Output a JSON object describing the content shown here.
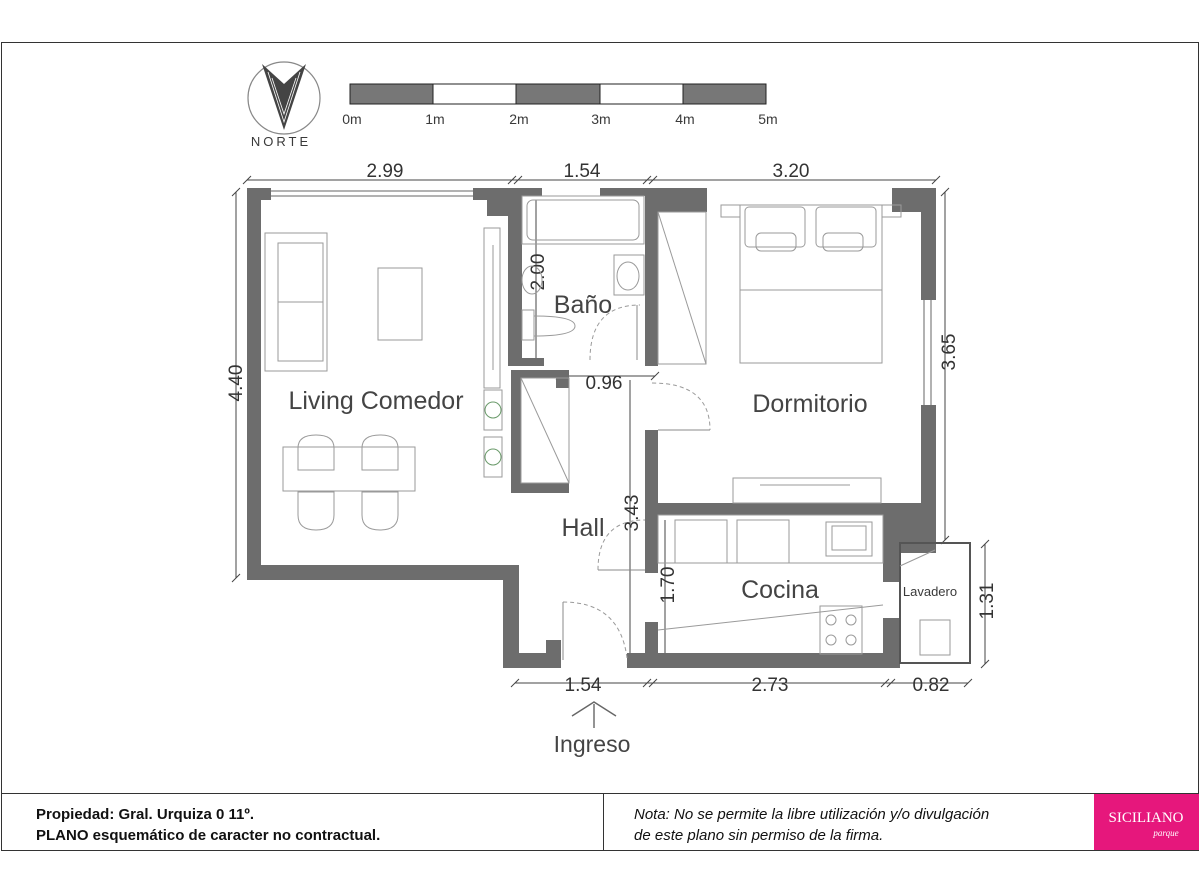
{
  "compass": {
    "label": "NORTE"
  },
  "scale_bar": {
    "ticks": [
      "0m",
      "1m",
      "2m",
      "3m",
      "4m",
      "5m"
    ]
  },
  "rooms": {
    "living": "Living Comedor",
    "bano": "Baño",
    "dormitorio": "Dormitorio",
    "hall": "Hall",
    "cocina": "Cocina",
    "lavadero": "Lavadero"
  },
  "dimensions": {
    "top_living": "2.99",
    "top_bano": "1.54",
    "top_dorm": "3.20",
    "left_living": "4.40",
    "bano_height": "2.00",
    "bano_door": "0.96",
    "dorm_height": "3.65",
    "hall_height": "3.43",
    "cocina_height": "1.70",
    "lavadero_height": "1.31",
    "bottom_hall": "1.54",
    "bottom_cocina": "2.73",
    "bottom_lavadero": "0.82"
  },
  "entrance": {
    "label": "Ingreso"
  },
  "footer": {
    "property_line": "Propiedad: Gral. Urquiza 0 11º.",
    "plan_line": "PLANO esquemático de caracter no contractual.",
    "note_line1": "Nota: No se permite la libre utilización y/o divulgación",
    "note_line2": "de este plano sin permiso de la firma.",
    "brand_name": "SICILIANO",
    "brand_sub": "parque",
    "brand_color": "#e6177c"
  }
}
